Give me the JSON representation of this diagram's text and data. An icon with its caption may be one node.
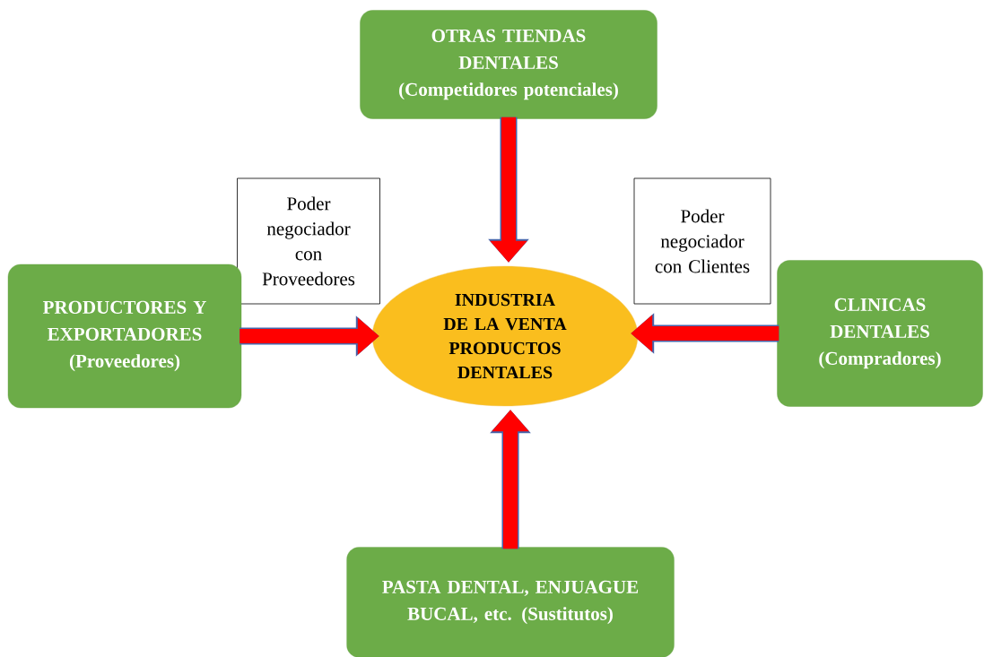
{
  "diagram": {
    "nodes": [
      {
        "text": [
          "OTRAS TIENDAS DENTALES",
          "(Competidores potenciales)"
        ]
      },
      {
        "text": [
          "Poder negociador con Proveedores"
        ]
      },
      {
        "text": [
          "PRODUCTORES Y EXPORTADORES",
          "(Proveedores)"
        ]
      },
      {
        "text": [
          "INDUSTRIA DE LA VENTA PRODUCTOS DENTALES"
        ]
      },
      {
        "text": [
          "Poder negociador con Clientes"
        ]
      },
      {
        "text": [
          "CLINICAS DENTALES",
          "(Compradores)"
        ]
      },
      {
        "text": [
          "PASTA DENTAL, ENJUAGUE BUCAL, etc. (Sustitutos)"
        ]
      }
    ],
    "edges": [
      {
        "from": 0,
        "to": 3,
        "arrow": "to"
      },
      {
        "from": 2,
        "to": 3,
        "arrow": "to"
      },
      {
        "from": 5,
        "to": 3,
        "arrow": "to"
      },
      {
        "from": 6,
        "to": 3,
        "arrow": "to"
      }
    ]
  }
}
